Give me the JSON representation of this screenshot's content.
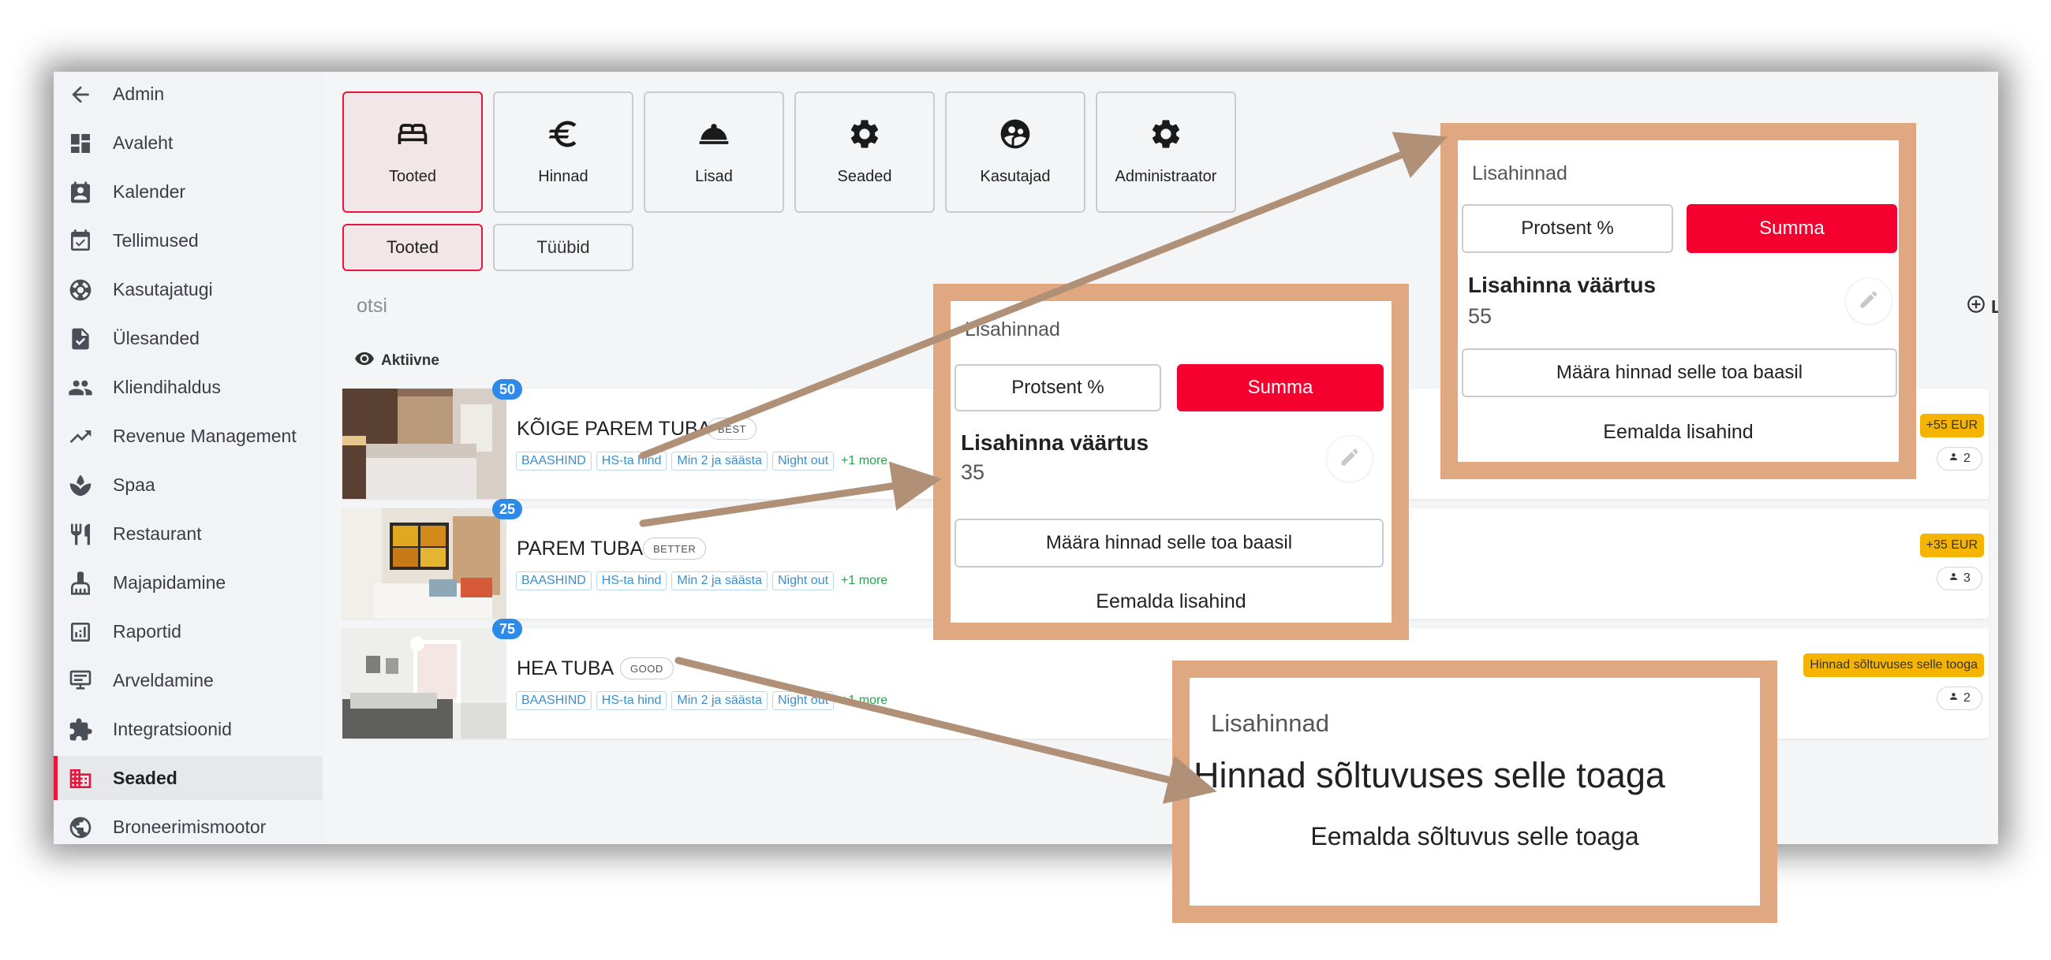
{
  "sidebar": {
    "back_label": "Admin",
    "items": [
      {
        "label": "Avaleht",
        "icon": "dashboard-icon"
      },
      {
        "label": "Kalender",
        "icon": "calendar-event-icon"
      },
      {
        "label": "Tellimused",
        "icon": "calendar-check-icon"
      },
      {
        "label": "Kasutajatugi",
        "icon": "lifebuoy-icon"
      },
      {
        "label": "Ülesanded",
        "icon": "task-file-icon"
      },
      {
        "label": "Kliendihaldus",
        "icon": "people-icon"
      },
      {
        "label": "Revenue Management",
        "icon": "trending-up-icon"
      },
      {
        "label": "Spaa",
        "icon": "spa-icon"
      },
      {
        "label": "Restaurant",
        "icon": "restaurant-icon"
      },
      {
        "label": "Majapidamine",
        "icon": "cleaning-icon"
      },
      {
        "label": "Raportid",
        "icon": "report-chart-icon"
      },
      {
        "label": "Arveldamine",
        "icon": "billing-icon"
      },
      {
        "label": "Integratsioonid",
        "icon": "puzzle-icon"
      },
      {
        "label": "Seaded",
        "icon": "building-icon"
      },
      {
        "label": "Broneerimismootor",
        "icon": "globe-icon"
      }
    ],
    "active_item": "Seaded"
  },
  "tiles": [
    {
      "label": "Tooted",
      "icon": "bed-icon"
    },
    {
      "label": "Hinnad",
      "icon": "euro-icon"
    },
    {
      "label": "Lisad",
      "icon": "room-service-icon"
    },
    {
      "label": "Seaded",
      "icon": "gear-icon"
    },
    {
      "label": "Kasutajad",
      "icon": "users-circle-icon"
    },
    {
      "label": "Administraator",
      "icon": "admin-gear-icon"
    }
  ],
  "subtabs": [
    "Tooted",
    "Tüübid"
  ],
  "search": {
    "text": "otsi"
  },
  "filter": {
    "label": "Aktiivne"
  },
  "add_button": {
    "label": "Lisa"
  },
  "rooms": [
    {
      "name": "KÕIGE PAREM TUBA",
      "badge": "BEST",
      "count": "50",
      "tags": [
        "BAASHIND",
        "HS-ta hind",
        "Min 2 ja säästa",
        "Night out"
      ],
      "more": "+1 more",
      "price": "+55 EUR",
      "guests": "2"
    },
    {
      "name": "PAREM TUBA",
      "badge": "BETTER",
      "count": "25",
      "tags": [
        "BAASHIND",
        "HS-ta hind",
        "Min 2 ja säästa",
        "Night out"
      ],
      "more": "+1 more",
      "price": "+35 EUR",
      "guests": "3"
    },
    {
      "name": "HEA TUBA",
      "badge": "GOOD",
      "count": "75",
      "tags": [
        "BAASHIND",
        "HS-ta hind",
        "Min 2 ja säästa",
        "Night out"
      ],
      "more": "+1 more",
      "price": "Hinnad sõltuvuses selle tooga",
      "guests": "2"
    }
  ],
  "callouts": {
    "best": {
      "title": "Lisahinnad",
      "percent_label": "Protsent %",
      "sum_label": "Summa",
      "value_label": "Lisahinna väärtus",
      "value": "55",
      "base_btn": "Määra hinnad selle toa baasil",
      "remove": "Eemalda lisahind"
    },
    "better": {
      "title": "Lisahinnad",
      "percent_label": "Protsent %",
      "sum_label": "Summa",
      "value_label": "Lisahinna väärtus",
      "value": "35",
      "base_btn": "Määra hinnad selle toa baasil",
      "remove": "Eemalda lisahind"
    },
    "good": {
      "title": "Lisahinnad",
      "dependency_text": "Hinnad sõltuvuses selle toaga",
      "remove": "Eemalda sõltuvus selle toaga"
    }
  },
  "colors": {
    "accent": "#e8163c",
    "price_badge": "#f5b400",
    "callout_frame": "#dfa881",
    "arrow": "#b09178",
    "count_badge": "#2d8ae8"
  }
}
